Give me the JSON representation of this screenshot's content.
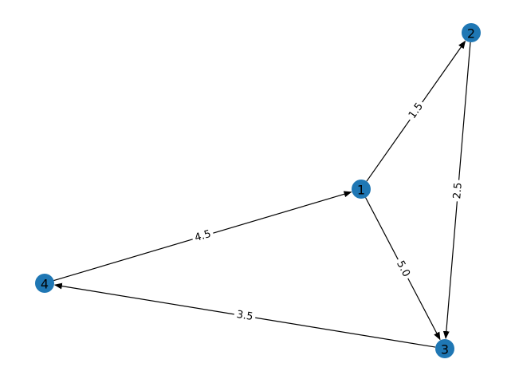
{
  "colors": {
    "node_fill": "#1f77b4",
    "edge_stroke": "#000000",
    "label_bg": "#ffffff"
  },
  "nodes": [
    {
      "id": "1",
      "label": "1"
    },
    {
      "id": "2",
      "label": "2"
    },
    {
      "id": "3",
      "label": "3"
    },
    {
      "id": "4",
      "label": "4"
    }
  ],
  "edges": [
    {
      "source": "1",
      "target": "2",
      "label": "1.5",
      "directed": true
    },
    {
      "source": "2",
      "target": "3",
      "label": "2.5",
      "directed": true
    },
    {
      "source": "1",
      "target": "3",
      "label": "5.0",
      "directed": true
    },
    {
      "source": "3",
      "target": "4",
      "label": "3.5",
      "directed": true
    },
    {
      "source": "4",
      "target": "1",
      "label": "4.5",
      "directed": true
    }
  ]
}
